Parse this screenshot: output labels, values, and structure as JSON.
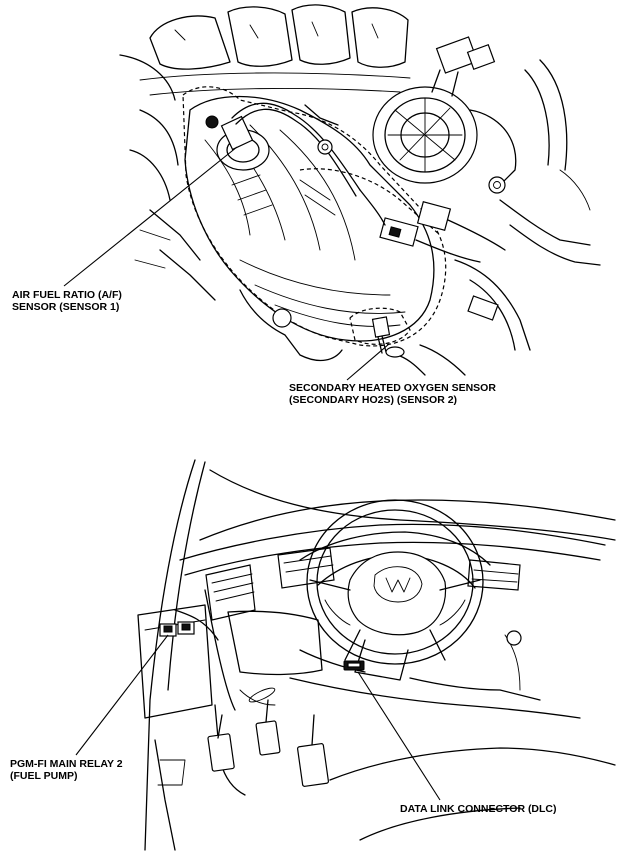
{
  "figures": [
    {
      "id": "engine-exhaust",
      "callouts": [
        {
          "line1": "AIR FUEL RATIO (A/F)",
          "line2": "SENSOR (SENSOR 1)"
        },
        {
          "line1": "SECONDARY HEATED OXYGEN SENSOR",
          "line2": "(SECONDARY HO2S) (SENSOR 2)"
        }
      ]
    },
    {
      "id": "dashboard",
      "callouts": [
        {
          "line1": "PGM-FI MAIN RELAY 2",
          "line2": "(FUEL PUMP)"
        },
        {
          "line1": "DATA LINK CONNECTOR (DLC)"
        }
      ]
    }
  ]
}
